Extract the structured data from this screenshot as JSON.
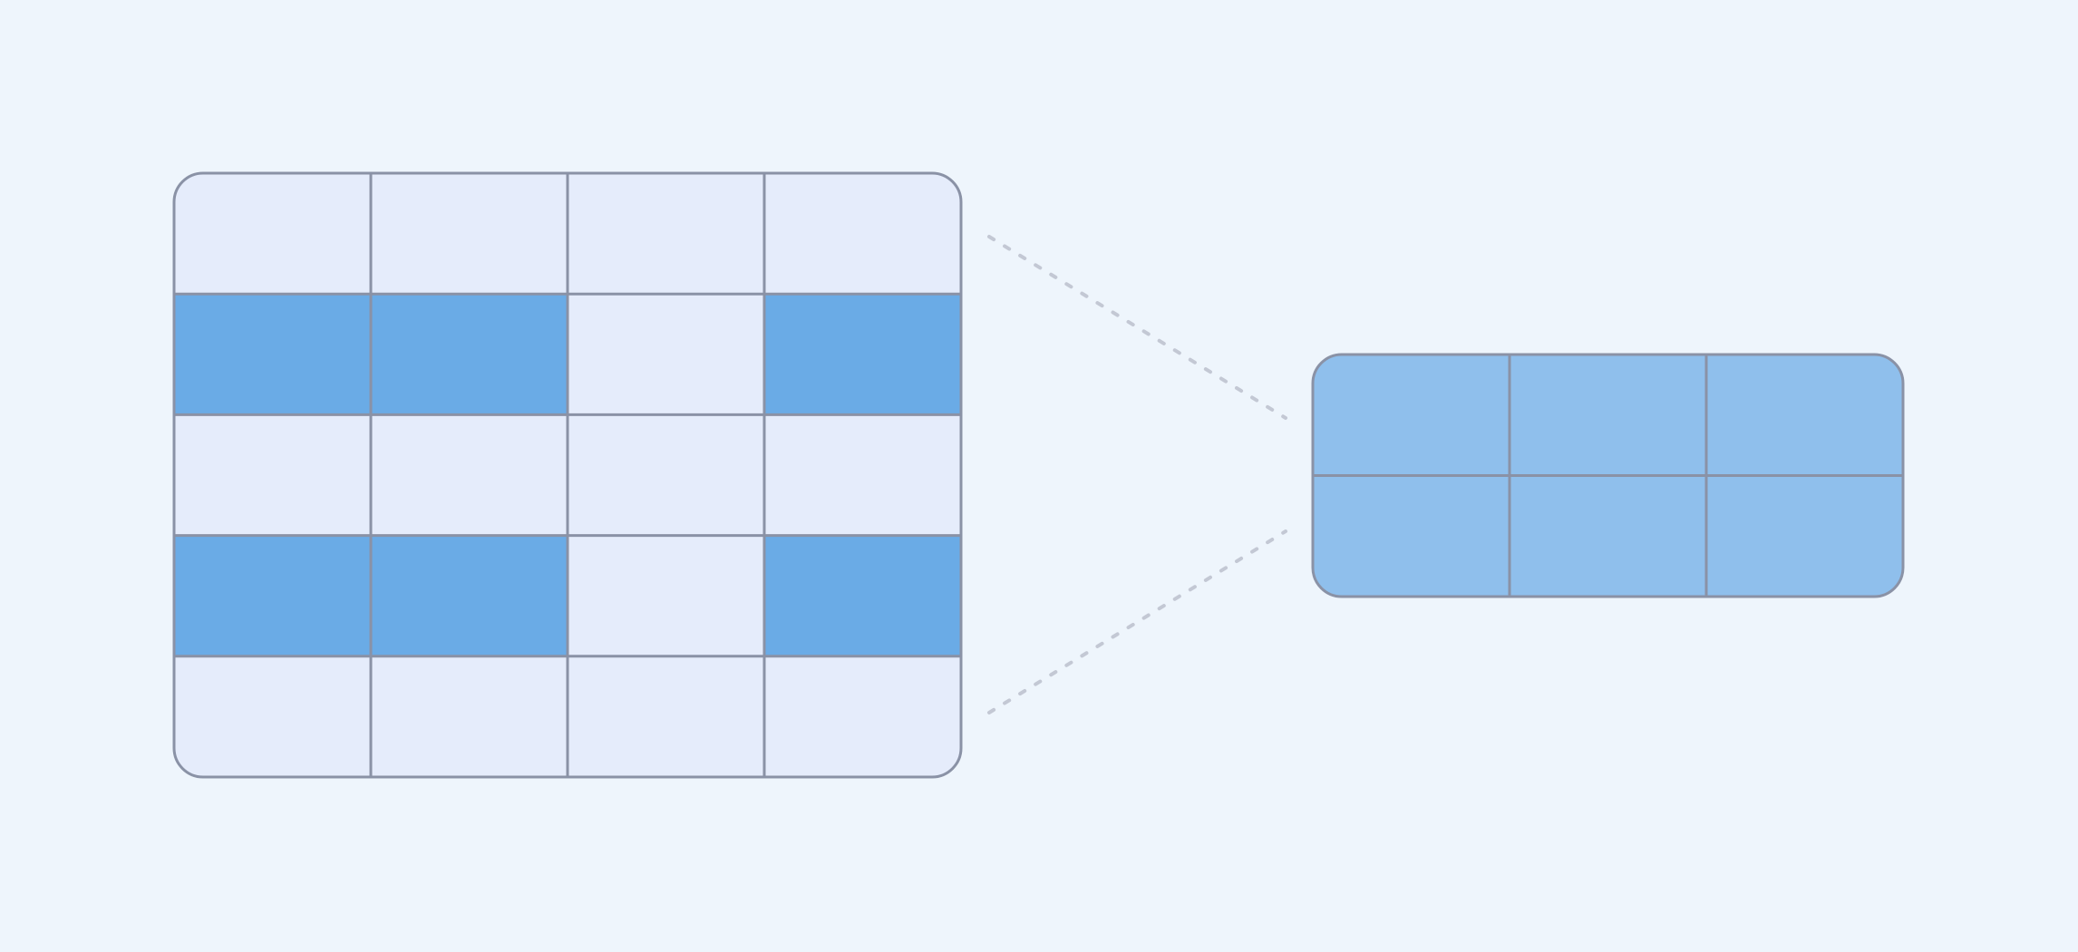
{
  "diagram": {
    "kind": "row-selection-projection",
    "colors": {
      "background": "#eef5fc",
      "cell_unselected": "#e5ecfb",
      "cell_selected": "#6aabe6",
      "result_cell": "#8fbfec",
      "border": "#8a92a6",
      "connector": "#c3c8d4"
    },
    "source_table": {
      "rows": 5,
      "columns": 4,
      "selected_rows": [
        1,
        3
      ],
      "row_cells": [
        [
          "unselected",
          "unselected",
          "unselected",
          "unselected"
        ],
        [
          "selected",
          "selected",
          "unselected",
          "selected"
        ],
        [
          "unselected",
          "unselected",
          "unselected",
          "unselected"
        ],
        [
          "selected",
          "selected",
          "unselected",
          "selected"
        ],
        [
          "unselected",
          "unselected",
          "unselected",
          "unselected"
        ]
      ]
    },
    "result_table": {
      "rows": 2,
      "columns": 3
    },
    "connectors": {
      "style": "dashed",
      "count": 2
    }
  }
}
